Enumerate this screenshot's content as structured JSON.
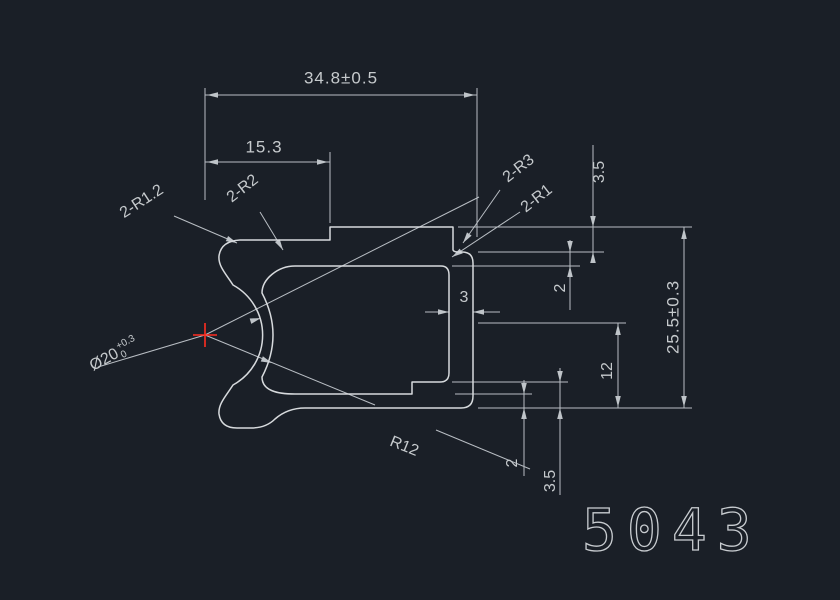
{
  "drawing": {
    "number": "5043",
    "background_color": "#1a1f27",
    "profile_line_color": "#d7dadd",
    "dimension_line_color": "#b9bec4",
    "text_color": "#c6cacd",
    "center_mark_color": "#ff2d20"
  },
  "dimensions": {
    "total_width": "34.8±0.5",
    "left_width": "15.3",
    "corner_radius_top_left": "2-R1.2",
    "corner_radius_inner_left": "2-R2",
    "corner_radius_outer_right": "2-R3",
    "corner_radius_inner_right": "2-R1",
    "tab_height": "3.5",
    "top_wall_thickness": "2",
    "right_wall_thickness": "3",
    "total_height": "25.5±0.3",
    "hook_height": "12",
    "bottom_wall_thickness": "2",
    "bottom_step_height": "3.5",
    "bore_diameter": "Ø20",
    "bore_tolerance_upper": "+0.3",
    "bore_tolerance_lower": "0",
    "inner_radius": "R12"
  }
}
